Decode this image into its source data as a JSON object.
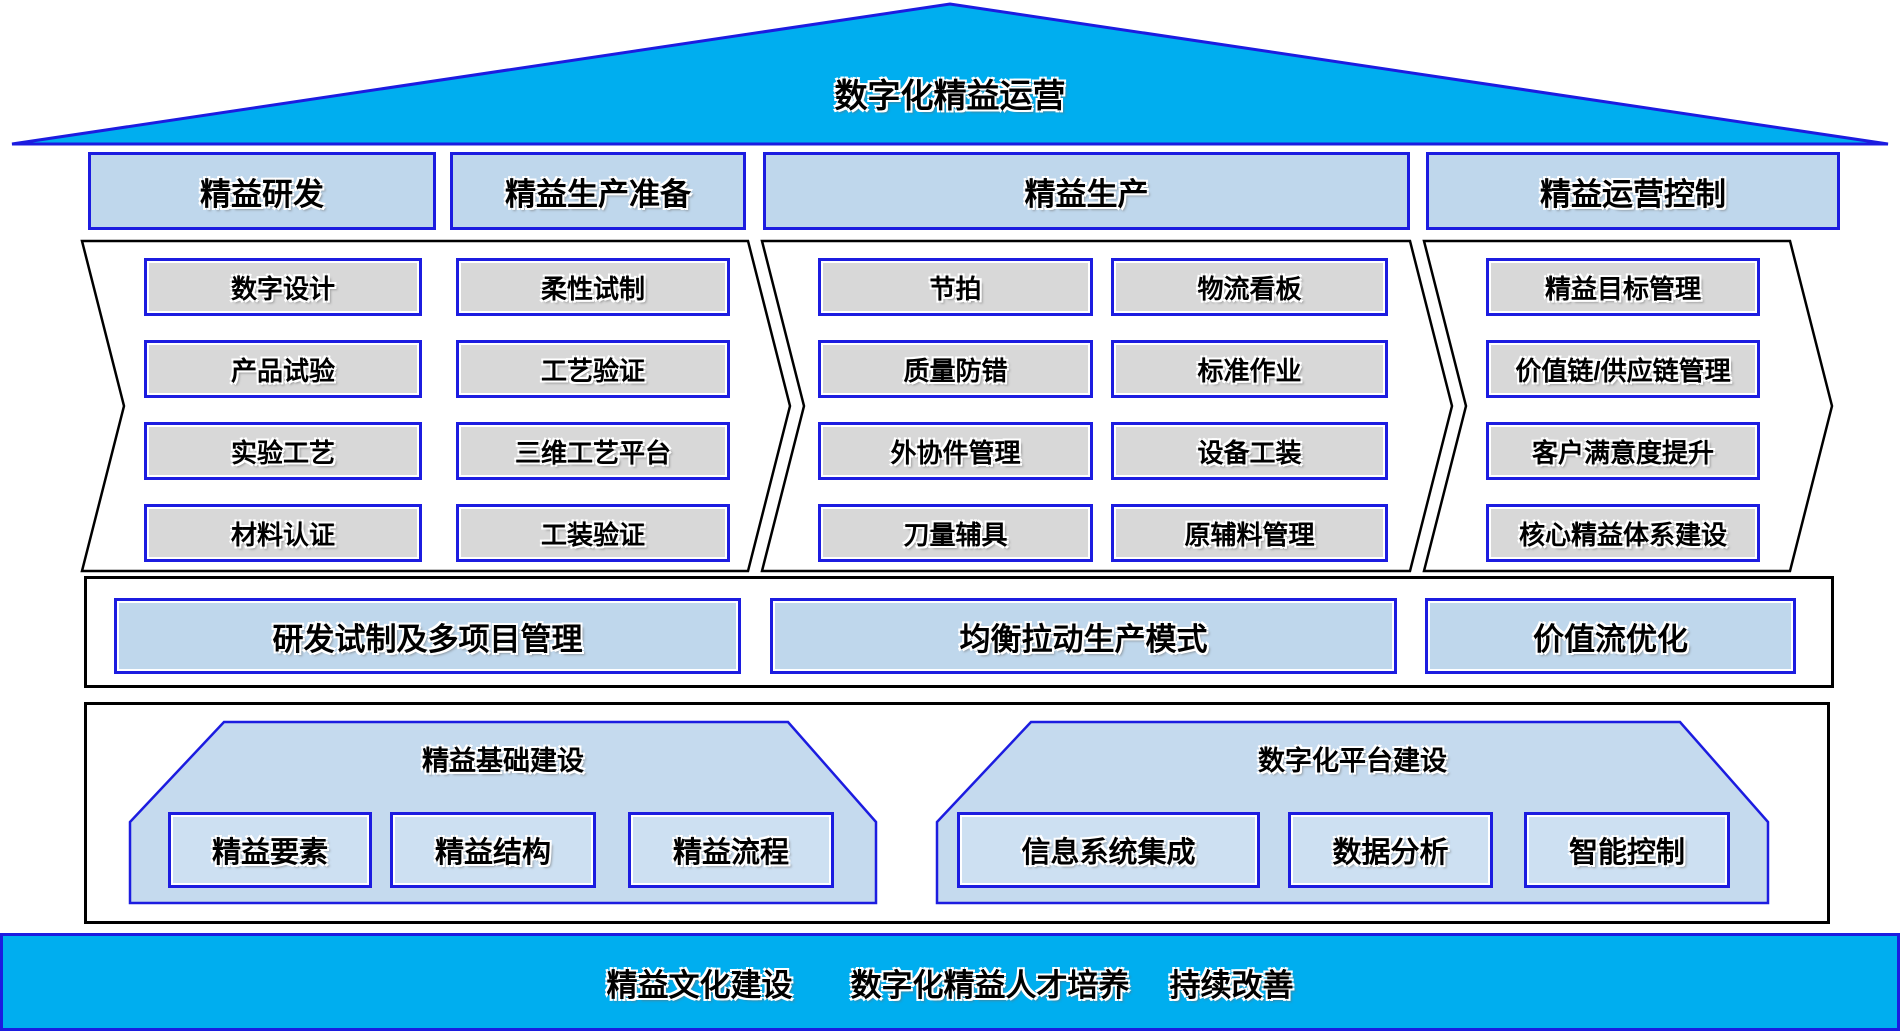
{
  "roof": {
    "title": "数字化精益运营"
  },
  "pillars": [
    {
      "header": "精益研发",
      "items": [
        "数字设计",
        "产品试验",
        "实验工艺",
        "材料认证"
      ]
    },
    {
      "header": "精益生产准备",
      "items": [
        "柔性试制",
        "工艺验证",
        "三维工艺平台",
        "工装验证"
      ]
    },
    {
      "header": "精益生产",
      "left_items": [
        "节拍",
        "质量防错",
        "外协件管理",
        "刀量辅具"
      ],
      "right_items": [
        "物流看板",
        "标准作业",
        "设备工装",
        "原辅料管理"
      ]
    },
    {
      "header": "精益运营控制",
      "items": [
        "精益目标管理",
        "价值链/供应链管理",
        "客户满意度提升",
        "核心精益体系建设"
      ]
    }
  ],
  "middle_row": {
    "items": [
      "研发试制及多项目管理",
      "均衡拉动生产模式",
      "价值流优化"
    ]
  },
  "foundation": {
    "groups": [
      {
        "title": "精益基础建设",
        "items": [
          "精益要素",
          "精益结构",
          "精益流程"
        ]
      },
      {
        "title": "数字化平台建设",
        "items": [
          "信息系统集成",
          "数据分析",
          "智能控制"
        ]
      }
    ]
  },
  "bottom_bar": {
    "items": [
      "精益文化建设",
      "数字化精益人才培养",
      "持续改善"
    ]
  },
  "colors": {
    "accent_cyan": "#00AEEF",
    "light_blue_fill": "#BFD7EC",
    "gray_fill": "#D8D8D8",
    "border_blue": "#1C1CE0",
    "border_black": "#000000"
  }
}
